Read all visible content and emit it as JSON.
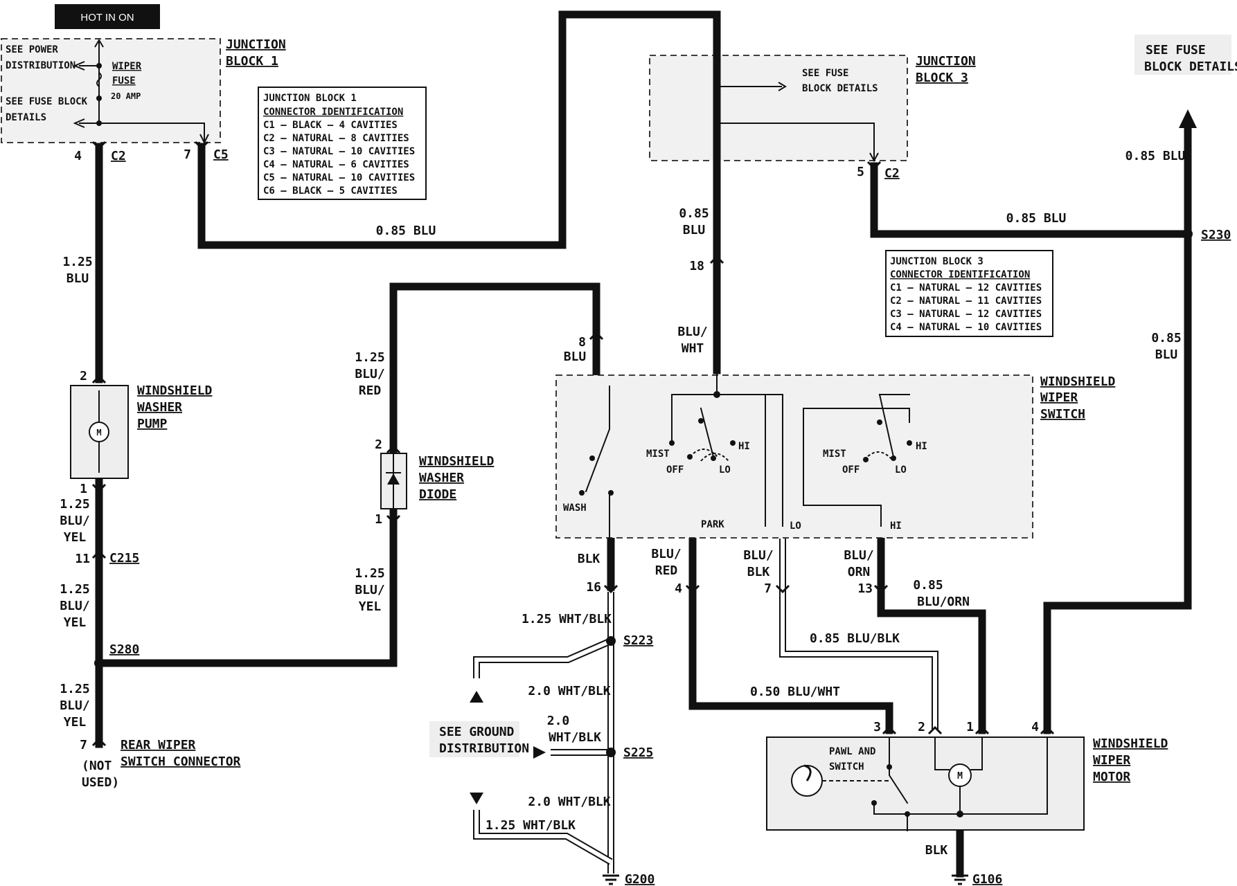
{
  "hot_label": "HOT IN ON",
  "junction_block_1": {
    "title": [
      "JUNCTION",
      "BLOCK 1"
    ],
    "see_power": [
      "SEE POWER",
      "DISTRIBUTION"
    ],
    "see_fuse": [
      "SEE FUSE BLOCK",
      "DETAILS"
    ],
    "fuse": [
      "WIPER",
      "FUSE"
    ],
    "fuse_rating": "20 AMP",
    "c2_pin": "4",
    "c2": "C2",
    "c5_pin": "7",
    "c5": "C5"
  },
  "jb1_connectors": {
    "title": [
      "JUNCTION BLOCK 1",
      "CONNECTOR IDENTIFICATION"
    ],
    "rows": [
      "C1 – BLACK – 4 CAVITIES",
      "C2 – NATURAL – 8 CAVITIES",
      "C3 – NATURAL – 10 CAVITIES",
      "C4 – NATURAL – 6 CAVITIES",
      "C5 – NATURAL – 10 CAVITIES",
      "C6 – BLACK – 5 CAVITIES"
    ]
  },
  "junction_block_3": {
    "title": [
      "JUNCTION",
      "BLOCK 3"
    ],
    "see_fuse": [
      "SEE FUSE",
      "BLOCK DETAILS"
    ],
    "c2_pin": "5",
    "c2": "C2"
  },
  "jb3_connectors": {
    "title": [
      "JUNCTION BLOCK 3",
      "CONNECTOR IDENTIFICATION"
    ],
    "rows": [
      "C1 – NATURAL – 12 CAVITIES",
      "C2 – NATURAL – 11 CAVITIES",
      "C3 – NATURAL – 12 CAVITIES",
      "C4 – NATURAL – 10 CAVITIES"
    ]
  },
  "see_fuse_block_details": [
    "SEE FUSE",
    "BLOCK DETAILS"
  ],
  "wires": {
    "w_085blu_top": "0.85 BLU",
    "w_125blu": [
      "1.25",
      "BLU"
    ],
    "w_085blu_jb3": [
      "0.85",
      "BLU"
    ],
    "w_085blu_right": "0.85 BLU",
    "w_085blu_s230": "0.85 BLU",
    "w_085blu_down": [
      "0.85",
      "BLU"
    ],
    "w_bluwht": [
      "BLU/",
      "WHT"
    ],
    "w_blu_8": "BLU",
    "w_125blured": [
      "1.25",
      "BLU/",
      "RED"
    ],
    "w_125bluyel_1": [
      "1.25",
      "BLU/",
      "YEL"
    ],
    "w_125bluyel_2": [
      "1.25",
      "BLU/",
      "YEL"
    ],
    "w_125bluyel_3": [
      "1.25",
      "BLU/",
      "YEL"
    ],
    "w_125bluyel_diode": [
      "1.25",
      "BLU/",
      "YEL"
    ],
    "w_blk": "BLK",
    "w_blured": [
      "BLU/",
      "RED"
    ],
    "w_blublk": [
      "BLU/",
      "BLK"
    ],
    "w_bluorn": [
      "BLU/",
      "ORN"
    ],
    "w_085bluorn": [
      "0.85",
      "BLU/ORN"
    ],
    "w_085blublk": "0.85 BLU/BLK",
    "w_050bluwht": "0.50 BLU/WHT",
    "w_125whtblk_1": "1.25 WHT/BLK",
    "w_20whtblk_1": "2.0 WHT/BLK",
    "w_20whtblk_2": [
      "2.0",
      "WHT/BLK"
    ],
    "w_20whtblk_3": "2.0 WHT/BLK",
    "w_125whtblk_2": "1.25 WHT/BLK",
    "w_blk_ground": "BLK"
  },
  "pins": {
    "p18": "18",
    "p8": "8",
    "p2_pump": "2",
    "p1_pump": "1",
    "p11": "11",
    "p2_diode": "2",
    "p1_diode": "1",
    "p7_rear": "7",
    "p16": "16",
    "p4": "4",
    "p7": "7",
    "p13": "13",
    "m3": "3",
    "m2": "2",
    "m1": "1",
    "m4": "4"
  },
  "splices": {
    "s230": "S230",
    "s280": "S280",
    "s223": "S223",
    "s225": "S225",
    "c215": "C215",
    "g200": "G200",
    "g106": "G106"
  },
  "washer_pump": [
    "WINDSHIELD",
    "WASHER",
    "PUMP"
  ],
  "washer_diode": [
    "WINDSHIELD",
    "WASHER",
    "DIODE"
  ],
  "wiper_switch": {
    "title": [
      "WINDSHIELD",
      "WIPER",
      "SWITCH"
    ],
    "mist": "MIST",
    "off": "OFF",
    "lo": "LO",
    "hi": "HI",
    "mist2": "MIST",
    "off2": "OFF",
    "lo2": "LO",
    "hi2": "HI",
    "wash": "WASH",
    "park": "PARK",
    "lo_out": "LO",
    "hi_out": "HI"
  },
  "wiper_motor": {
    "title": [
      "WINDSHIELD",
      "WIPER",
      "MOTOR"
    ],
    "pawl": [
      "PAWL AND",
      "SWITCH"
    ],
    "m": "M"
  },
  "pump_m": "M",
  "rear_wiper": [
    "REAR WIPER",
    "SWITCH CONNECTOR"
  ],
  "not_used": [
    "(NOT",
    "USED)"
  ],
  "ground_dist": [
    "SEE GROUND",
    "DISTRIBUTION"
  ]
}
